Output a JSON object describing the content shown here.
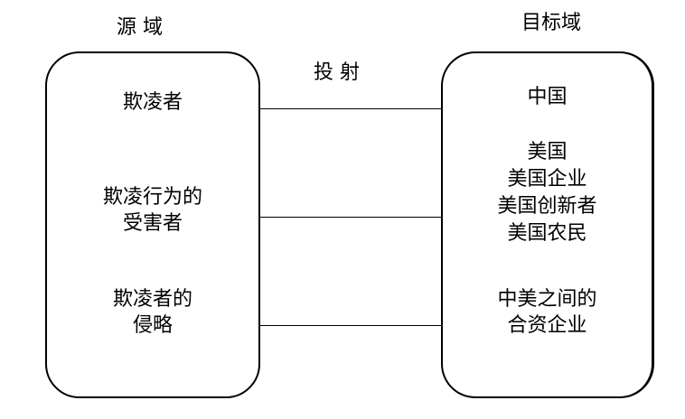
{
  "source_title": "源 域",
  "target_title": "目标域",
  "mapping_label": "投 射",
  "source_items": [
    [
      "欺凌者"
    ],
    [
      "欺凌行为的",
      "受害者"
    ],
    [
      "欺凌者的",
      "侵略"
    ]
  ],
  "target_items": [
    [
      "中国"
    ],
    [
      "美国",
      "美国企业",
      "美国创新者",
      "美国农民"
    ],
    [
      "中美之间的",
      "合资企业"
    ]
  ]
}
